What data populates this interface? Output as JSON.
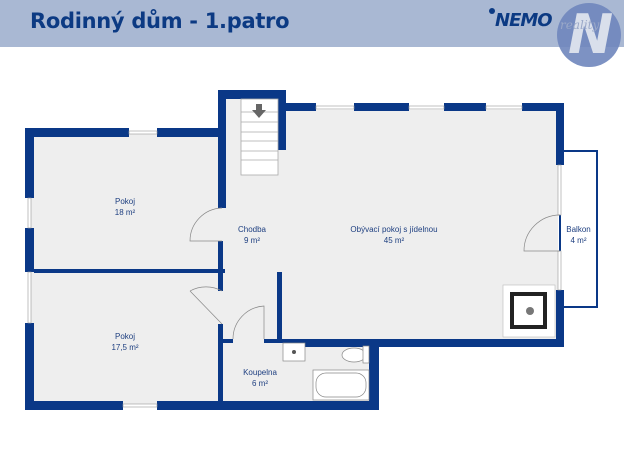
{
  "header": {
    "title": "Rodinný dům - 1.patro",
    "logo": {
      "brand": "NEMO",
      "sub": "reality",
      "mark": "N"
    }
  },
  "colors": {
    "header_bg": "#a9b8d3",
    "title": "#0c3a83",
    "wall": "#0a3887",
    "floor": "#eeeeee",
    "label": "#1e3f80"
  },
  "rooms": [
    {
      "name": "Pokoj",
      "area": "18 m²"
    },
    {
      "name": "Chodba",
      "area": "9 m²"
    },
    {
      "name": "Obývací pokoj s jídelnou",
      "area": "45 m²"
    },
    {
      "name": "Balkon",
      "area": "4 m²"
    },
    {
      "name": "Pokoj",
      "area": "17,5 m²"
    },
    {
      "name": "Koupelna",
      "area": "6 m²"
    }
  ],
  "icons": {
    "stairs_arrow": "arrow-down-icon",
    "fireplace": "fireplace-icon",
    "sink": "sink-icon",
    "toilet": "toilet-icon",
    "bathtub": "bathtub-icon"
  }
}
